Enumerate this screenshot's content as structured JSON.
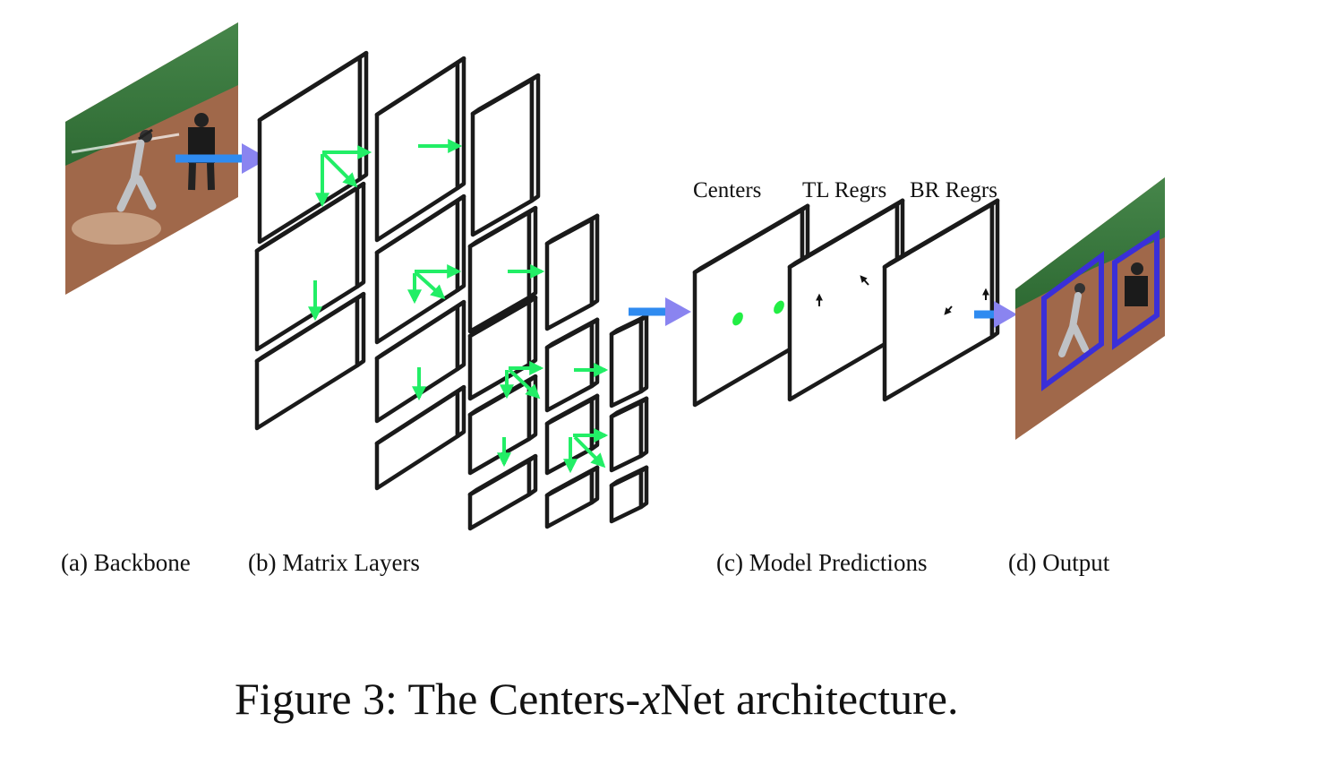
{
  "sections": {
    "a": "(a) Backbone",
    "b": "(b) Matrix Layers",
    "c": "(c) Model Predictions",
    "d": "(d) Output"
  },
  "heads": {
    "centers": "Centers",
    "tl": "TL Regrs",
    "br": "BR Regrs"
  },
  "caption": {
    "prefix": "Figure 3: The Centers-",
    "variable": "x",
    "suffix": "Net architecture."
  },
  "colors": {
    "layer_outline": "#1a1a1a",
    "skip_arrow": "#22ee66",
    "flow_arrow": "#2f8bf0",
    "flow_arrow_head": "#8a84f0",
    "box_outline": "#3a2fd8",
    "center_blob": "#22ee44",
    "field_dirt": "#a0684a",
    "field_grass": "#3f7a3c"
  },
  "icons": {
    "input_image": "baseball-photo",
    "output_image": "baseball-photo-with-boxes"
  }
}
